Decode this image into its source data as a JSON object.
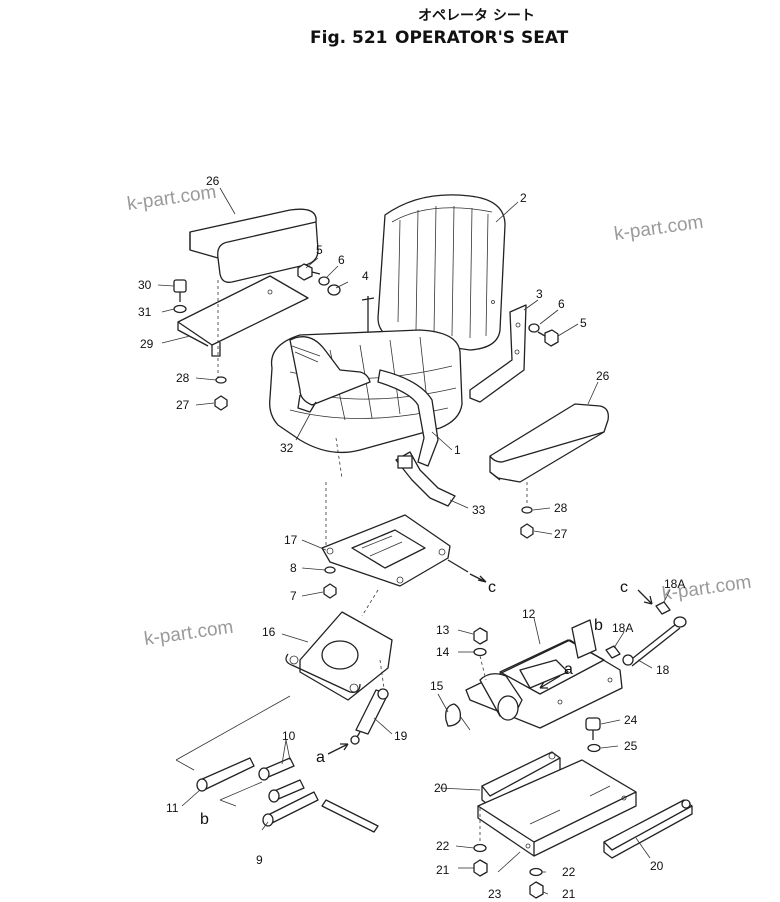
{
  "title": {
    "japanese": "オペレータ シート",
    "figure": "Fig. 521",
    "name": "OPERATOR'S SEAT"
  },
  "watermark": "k-part.com",
  "callouts": [
    {
      "id": "c26a",
      "label": "26"
    },
    {
      "id": "c2",
      "label": "2"
    },
    {
      "id": "c5a",
      "label": "5"
    },
    {
      "id": "c6a",
      "label": "6"
    },
    {
      "id": "c4",
      "label": "4"
    },
    {
      "id": "c30",
      "label": "30"
    },
    {
      "id": "c31",
      "label": "31"
    },
    {
      "id": "c29",
      "label": "29"
    },
    {
      "id": "c3",
      "label": "3"
    },
    {
      "id": "c6b",
      "label": "6"
    },
    {
      "id": "c5b",
      "label": "5"
    },
    {
      "id": "c28a",
      "label": "28"
    },
    {
      "id": "c27a",
      "label": "27"
    },
    {
      "id": "c32",
      "label": "32"
    },
    {
      "id": "c1",
      "label": "1"
    },
    {
      "id": "c26b",
      "label": "26"
    },
    {
      "id": "c28b",
      "label": "28"
    },
    {
      "id": "c27b",
      "label": "27"
    },
    {
      "id": "c33",
      "label": "33"
    },
    {
      "id": "c17",
      "label": "17"
    },
    {
      "id": "c8",
      "label": "8"
    },
    {
      "id": "c7",
      "label": "7"
    },
    {
      "id": "c18a_top",
      "label": "18A"
    },
    {
      "id": "c12",
      "label": "12"
    },
    {
      "id": "c13",
      "label": "13"
    },
    {
      "id": "c14",
      "label": "14"
    },
    {
      "id": "c18a",
      "label": "18A"
    },
    {
      "id": "c18",
      "label": "18"
    },
    {
      "id": "c16",
      "label": "16"
    },
    {
      "id": "c15",
      "label": "15"
    },
    {
      "id": "c24",
      "label": "24"
    },
    {
      "id": "c25",
      "label": "25"
    },
    {
      "id": "c19",
      "label": "19"
    },
    {
      "id": "c10",
      "label": "10"
    },
    {
      "id": "c20a",
      "label": "20"
    },
    {
      "id": "c11",
      "label": "11"
    },
    {
      "id": "c9",
      "label": "9"
    },
    {
      "id": "c22a",
      "label": "22"
    },
    {
      "id": "c21a",
      "label": "21"
    },
    {
      "id": "c23",
      "label": "23"
    },
    {
      "id": "c22b",
      "label": "22"
    },
    {
      "id": "c21b",
      "label": "21"
    },
    {
      "id": "c20b",
      "label": "20"
    }
  ],
  "reference_letters": [
    {
      "id": "l_c1",
      "label": "c"
    },
    {
      "id": "l_c2",
      "label": "c"
    },
    {
      "id": "l_b1",
      "label": "b"
    },
    {
      "id": "l_a1",
      "label": "a"
    },
    {
      "id": "l_a2",
      "label": "a"
    },
    {
      "id": "l_b2",
      "label": "b"
    }
  ]
}
